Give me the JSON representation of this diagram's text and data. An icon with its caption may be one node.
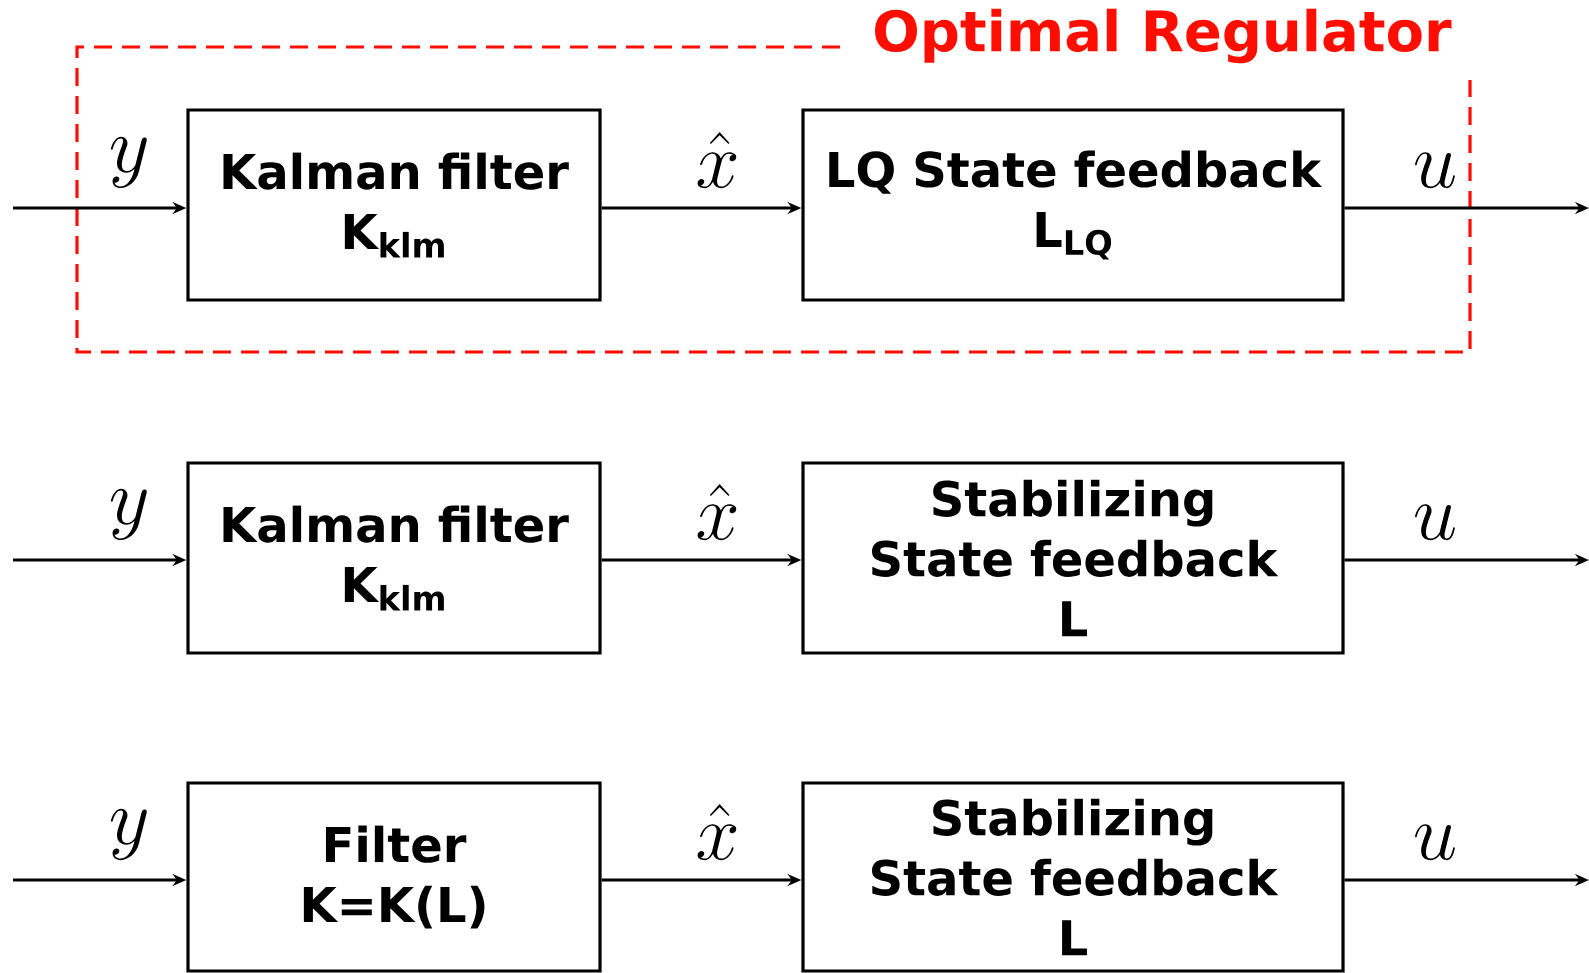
{
  "diagram": {
    "nodes": [
      {
        "text": [
          "Optimal Regulator"
        ]
      },
      {
        "text": [
          "Kalman filter",
          "K$_{klm}$"
        ],
        "in": 0
      },
      {
        "text": [
          "LQ State feedback",
          "L$_{LQ}$"
        ],
        "in": 0
      },
      {
        "text": [
          "Kalman filter",
          "K$_{klm}$"
        ]
      },
      {
        "text": [
          "Stabilizing State feedback",
          "L"
        ]
      },
      {
        "text": [
          "Filter",
          "K=K(L)"
        ]
      },
      {
        "text": [
          "Stabilizing State feedback",
          "L"
        ]
      }
    ],
    "edges": [
      {
        "from": null,
        "to": 1,
        "arrow": "to",
        "label": "y"
      },
      {
        "from": 1,
        "to": 2,
        "arrow": "to",
        "label": "\\hat{x}"
      },
      {
        "from": 2,
        "to": null,
        "arrow": "to",
        "label": "u"
      },
      {
        "from": null,
        "to": 3,
        "arrow": "to",
        "label": "y"
      },
      {
        "from": 3,
        "to": 4,
        "arrow": "to",
        "label": "\\hat{x}"
      },
      {
        "from": 4,
        "to": null,
        "arrow": "to",
        "label": "u"
      },
      {
        "from": null,
        "to": 5,
        "arrow": "to",
        "label": "y"
      },
      {
        "from": 5,
        "to": 6,
        "arrow": "to",
        "label": "\\hat{x}"
      },
      {
        "from": 6,
        "to": null,
        "arrow": "to",
        "label": "u"
      }
    ]
  }
}
